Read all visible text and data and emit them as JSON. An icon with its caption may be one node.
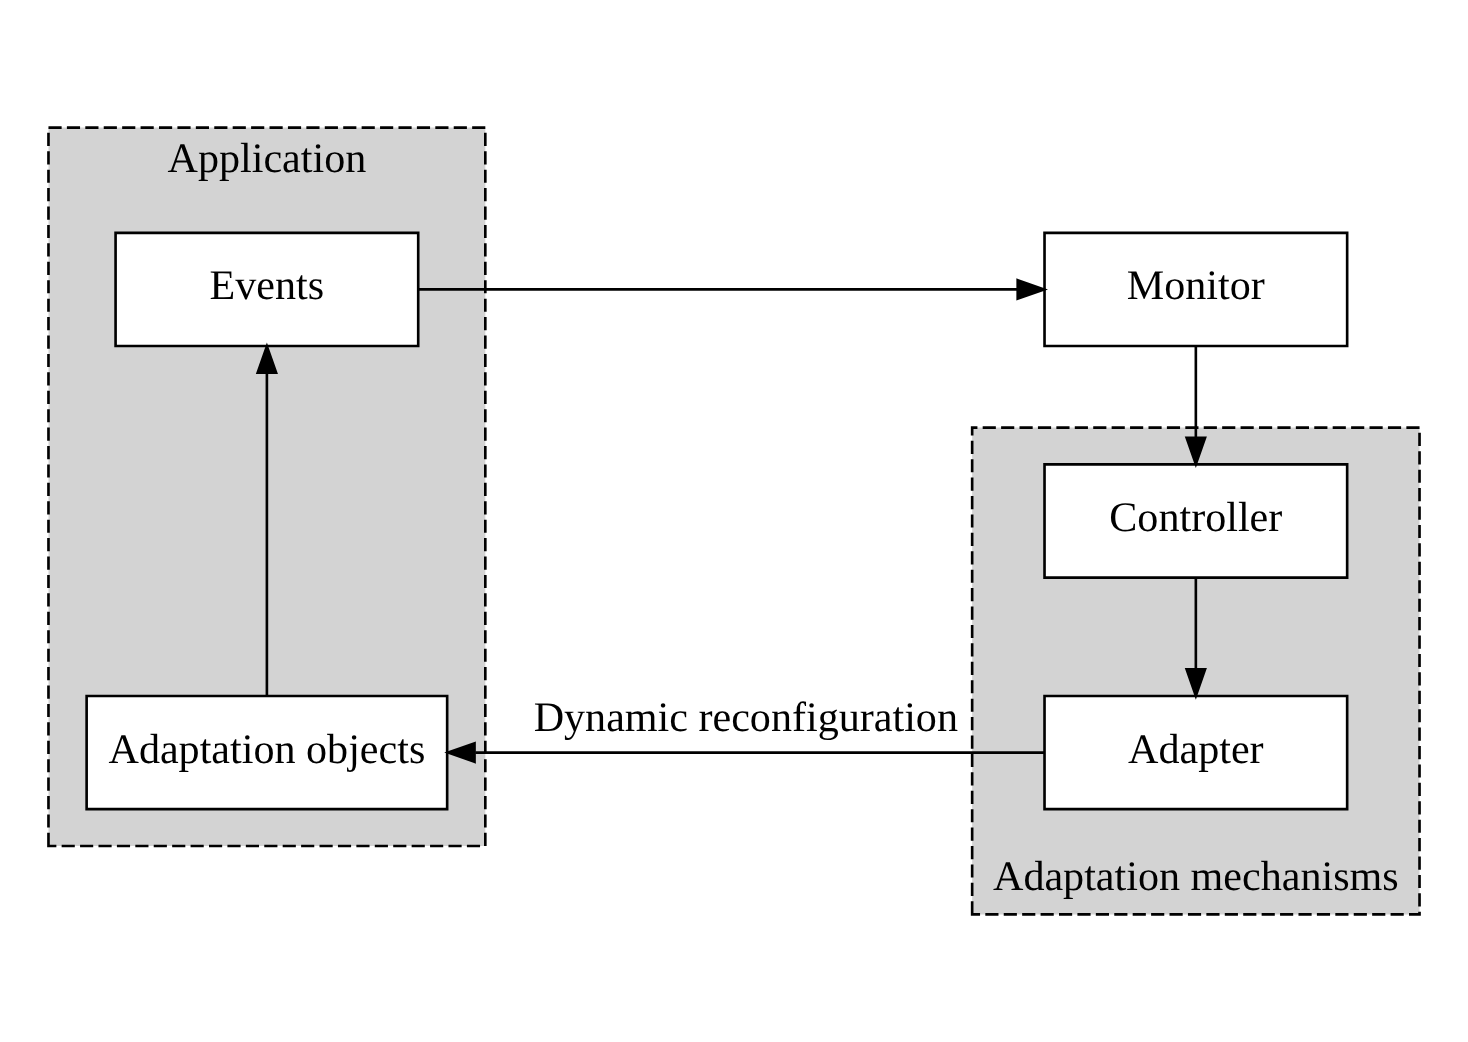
{
  "diagram": {
    "nodes": [
      {
        "text": [
          "Application"
        ]
      },
      {
        "text": [
          "Monitor"
        ]
      },
      {
        "text": [
          "Events"
        ],
        "in": 0
      },
      {
        "text": [
          "Adaptation mechanisms"
        ]
      },
      {
        "text": [
          "Controller"
        ],
        "in": 3
      },
      {
        "text": [
          "Adapter"
        ],
        "in": 3
      },
      {
        "text": [
          "Adaptation objects"
        ],
        "in": 0
      }
    ],
    "edges": [
      {
        "from": 2,
        "to": 1,
        "arrow": "to"
      },
      {
        "from": 1,
        "to": 4,
        "arrow": "to"
      },
      {
        "from": 4,
        "to": 5,
        "arrow": "to"
      },
      {
        "from": 5,
        "to": 6,
        "arrow": "to",
        "label": "Dynamic reconfiguration"
      },
      {
        "from": 6,
        "to": 2,
        "arrow": "to"
      }
    ]
  }
}
